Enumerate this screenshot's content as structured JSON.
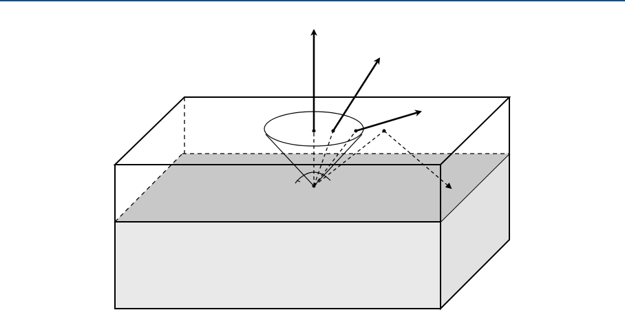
{
  "colors": {
    "header_rule": "#1f4e79",
    "stroke": "#000000",
    "interface_plane": "#c8c8c8",
    "lower_block": "#e9e9e9",
    "lower_block_side": "#e2e2e2",
    "background": "#ffffff"
  },
  "diagram": {
    "elements": [
      "upper-transparent-layer",
      "gray-interface-plane",
      "lower-solid-block",
      "acceptance-cone",
      "vertical-escaping-ray",
      "oblique-escaping-ray",
      "shallow-escaping-ray",
      "totally-reflected-ray"
    ]
  }
}
